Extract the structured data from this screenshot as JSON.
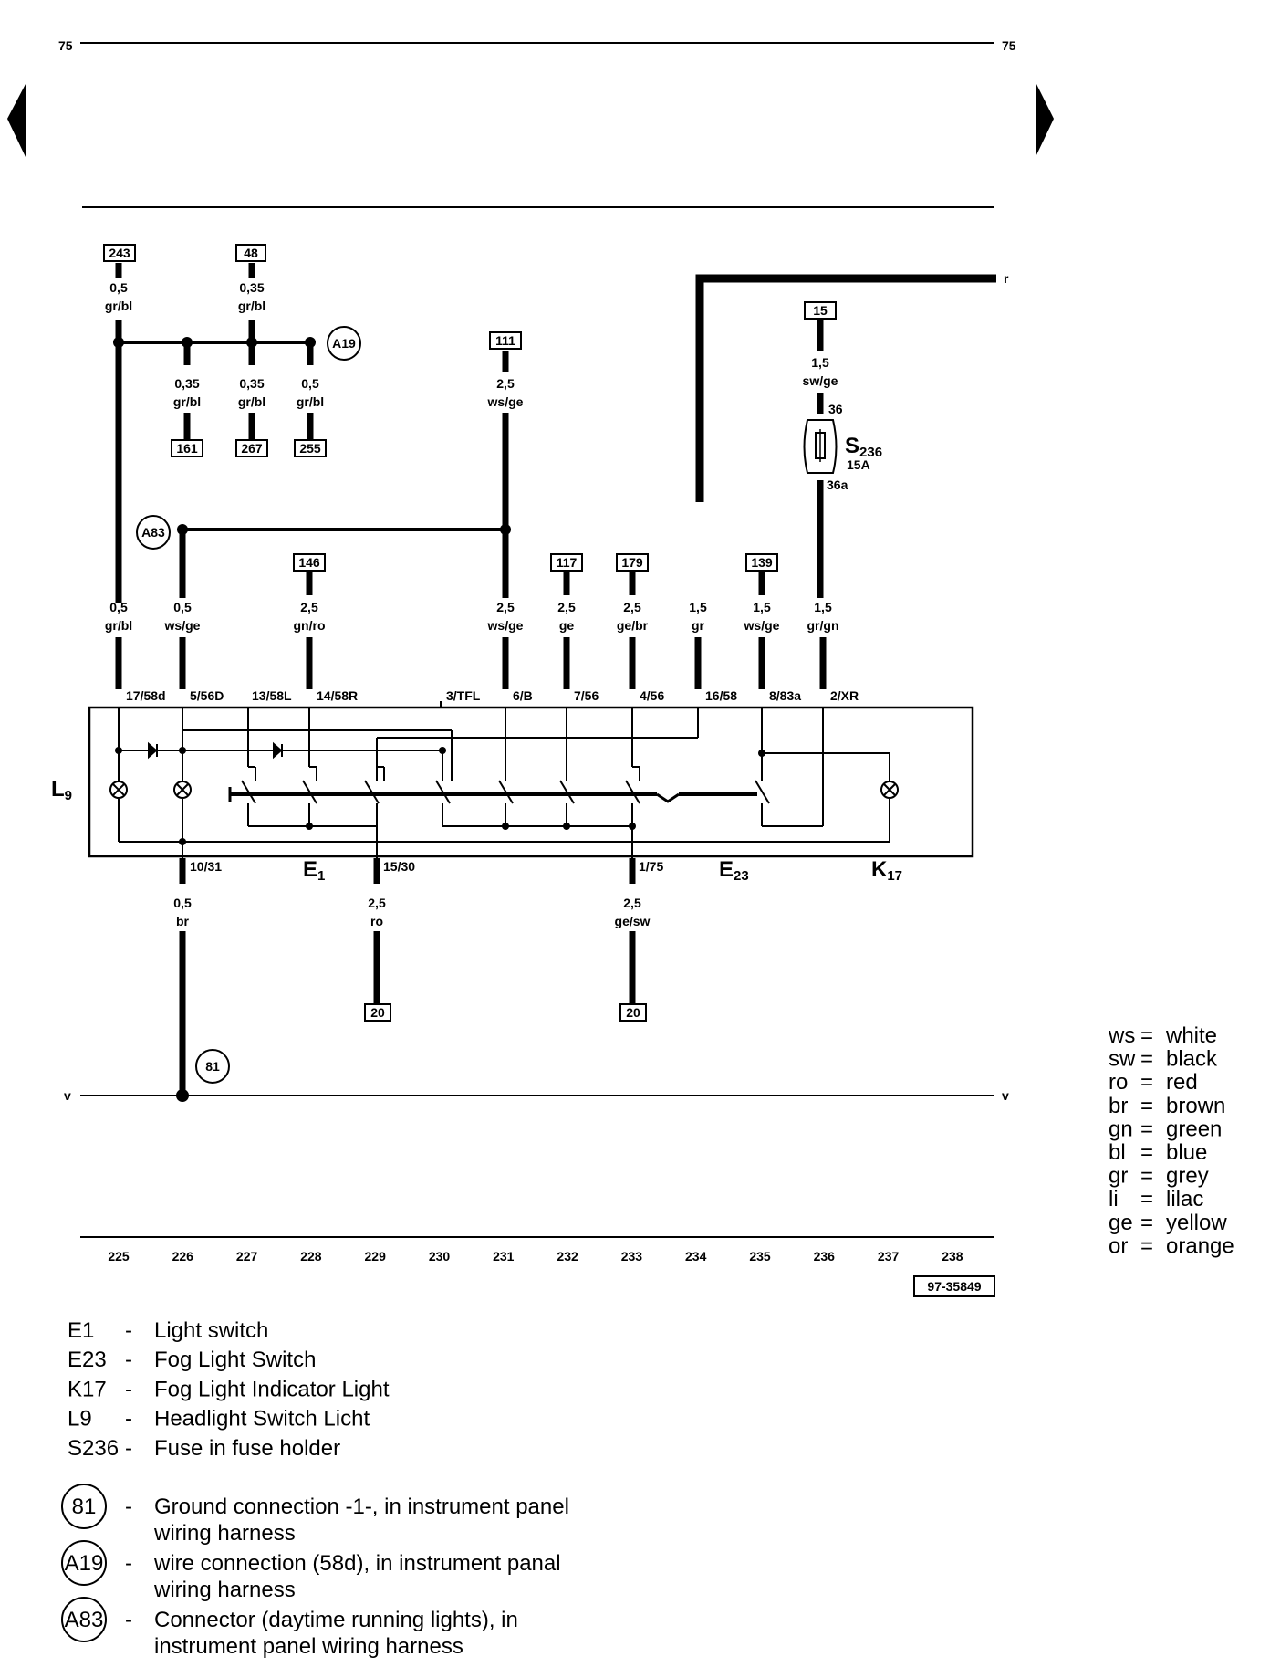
{
  "page": {
    "number_left": "75",
    "number_right": "75",
    "drawing_id": "97-35849"
  },
  "edges": {
    "r": "r",
    "v": "v"
  },
  "column_numbers": [
    "225",
    "226",
    "227",
    "228",
    "229",
    "230",
    "231",
    "232",
    "233",
    "234",
    "235",
    "236",
    "237",
    "238"
  ],
  "boxes": {
    "b243": "243",
    "b48": "48",
    "b111": "111",
    "b15": "15",
    "b161": "161",
    "b267": "267",
    "b255": "255",
    "b146": "146",
    "b117": "117",
    "b179": "179",
    "b139": "139",
    "b20a": "20",
    "b20b": "20"
  },
  "connectors": {
    "a19": "A19",
    "a83": "A83",
    "g81": "81"
  },
  "wires": {
    "w243": [
      "0,5",
      "gr/bl"
    ],
    "w48": [
      "0,35",
      "gr/bl"
    ],
    "w161": [
      "0,35",
      "gr/bl"
    ],
    "w267": [
      "0,35",
      "gr/bl"
    ],
    "w255": [
      "0,5",
      "gr/bl"
    ],
    "w111": [
      "2,5",
      "ws/ge"
    ],
    "w15": [
      "1,5",
      "sw/ge"
    ],
    "c225": [
      "0,5",
      "gr/bl"
    ],
    "c226": [
      "0,5",
      "ws/ge"
    ],
    "c228": [
      "2,5",
      "gn/ro"
    ],
    "c231": [
      "2,5",
      "ws/ge"
    ],
    "c232": [
      "2,5",
      "ge"
    ],
    "c233": [
      "2,5",
      "ge/br"
    ],
    "c234": [
      "1,5",
      "gr"
    ],
    "c235": [
      "1,5",
      "ws/ge"
    ],
    "c236": [
      "1,5",
      "gr/gn"
    ],
    "d226": [
      "0,5",
      "br"
    ],
    "d229": [
      "2,5",
      "ro"
    ],
    "d233": [
      "2,5",
      "ge/sw"
    ]
  },
  "pins": {
    "p1": "17/58d",
    "p2": "5/56D",
    "p3": "13/58L",
    "p4": "14/58R",
    "p5": "3/TFL",
    "p6": "6/B",
    "p7": "7/56",
    "p8": "4/56",
    "p9": "16/58",
    "p10": "8/83a",
    "p11": "2/XR",
    "p12": "10/31",
    "p13": "15/30",
    "p14": "1/75"
  },
  "fuse": {
    "name": "S",
    "sub": "236",
    "rating": "15A",
    "pin_top": "36",
    "pin_bottom": "36a"
  },
  "components": {
    "l9": {
      "main": "L",
      "sub": "9"
    },
    "e1": {
      "main": "E",
      "sub": "1"
    },
    "e23": {
      "main": "E",
      "sub": "23"
    },
    "k17": {
      "main": "K",
      "sub": "17"
    }
  },
  "color_legend": [
    {
      "code": "ws",
      "name": "white"
    },
    {
      "code": "sw",
      "name": "black"
    },
    {
      "code": "ro",
      "name": "red"
    },
    {
      "code": "br",
      "name": "brown"
    },
    {
      "code": "gn",
      "name": "green"
    },
    {
      "code": "bl",
      "name": "blue"
    },
    {
      "code": "gr",
      "name": "grey"
    },
    {
      "code": "li",
      "name": "lilac"
    },
    {
      "code": "ge",
      "name": "yellow"
    },
    {
      "code": "or",
      "name": "orange"
    }
  ],
  "component_legend": [
    {
      "code": "E1",
      "desc": "Light switch"
    },
    {
      "code": "E23",
      "desc": "Fog Light Switch"
    },
    {
      "code": "K17",
      "desc": "Fog Light Indicator Light"
    },
    {
      "code": "L9",
      "desc": "Headlight Switch Licht"
    },
    {
      "code": "S236",
      "desc": "Fuse in fuse holder"
    }
  ],
  "connector_legend": [
    {
      "code": "81",
      "line1": "Ground connection -1-, in instrument panel",
      "line2": "wiring harness"
    },
    {
      "code": "A19",
      "line1": "wire connection (58d), in instrument panal",
      "line2": "wiring harness"
    },
    {
      "code": "A83",
      "line1": "Connector (daytime running lights), in",
      "line2": "instrument panel wiring harness"
    }
  ]
}
